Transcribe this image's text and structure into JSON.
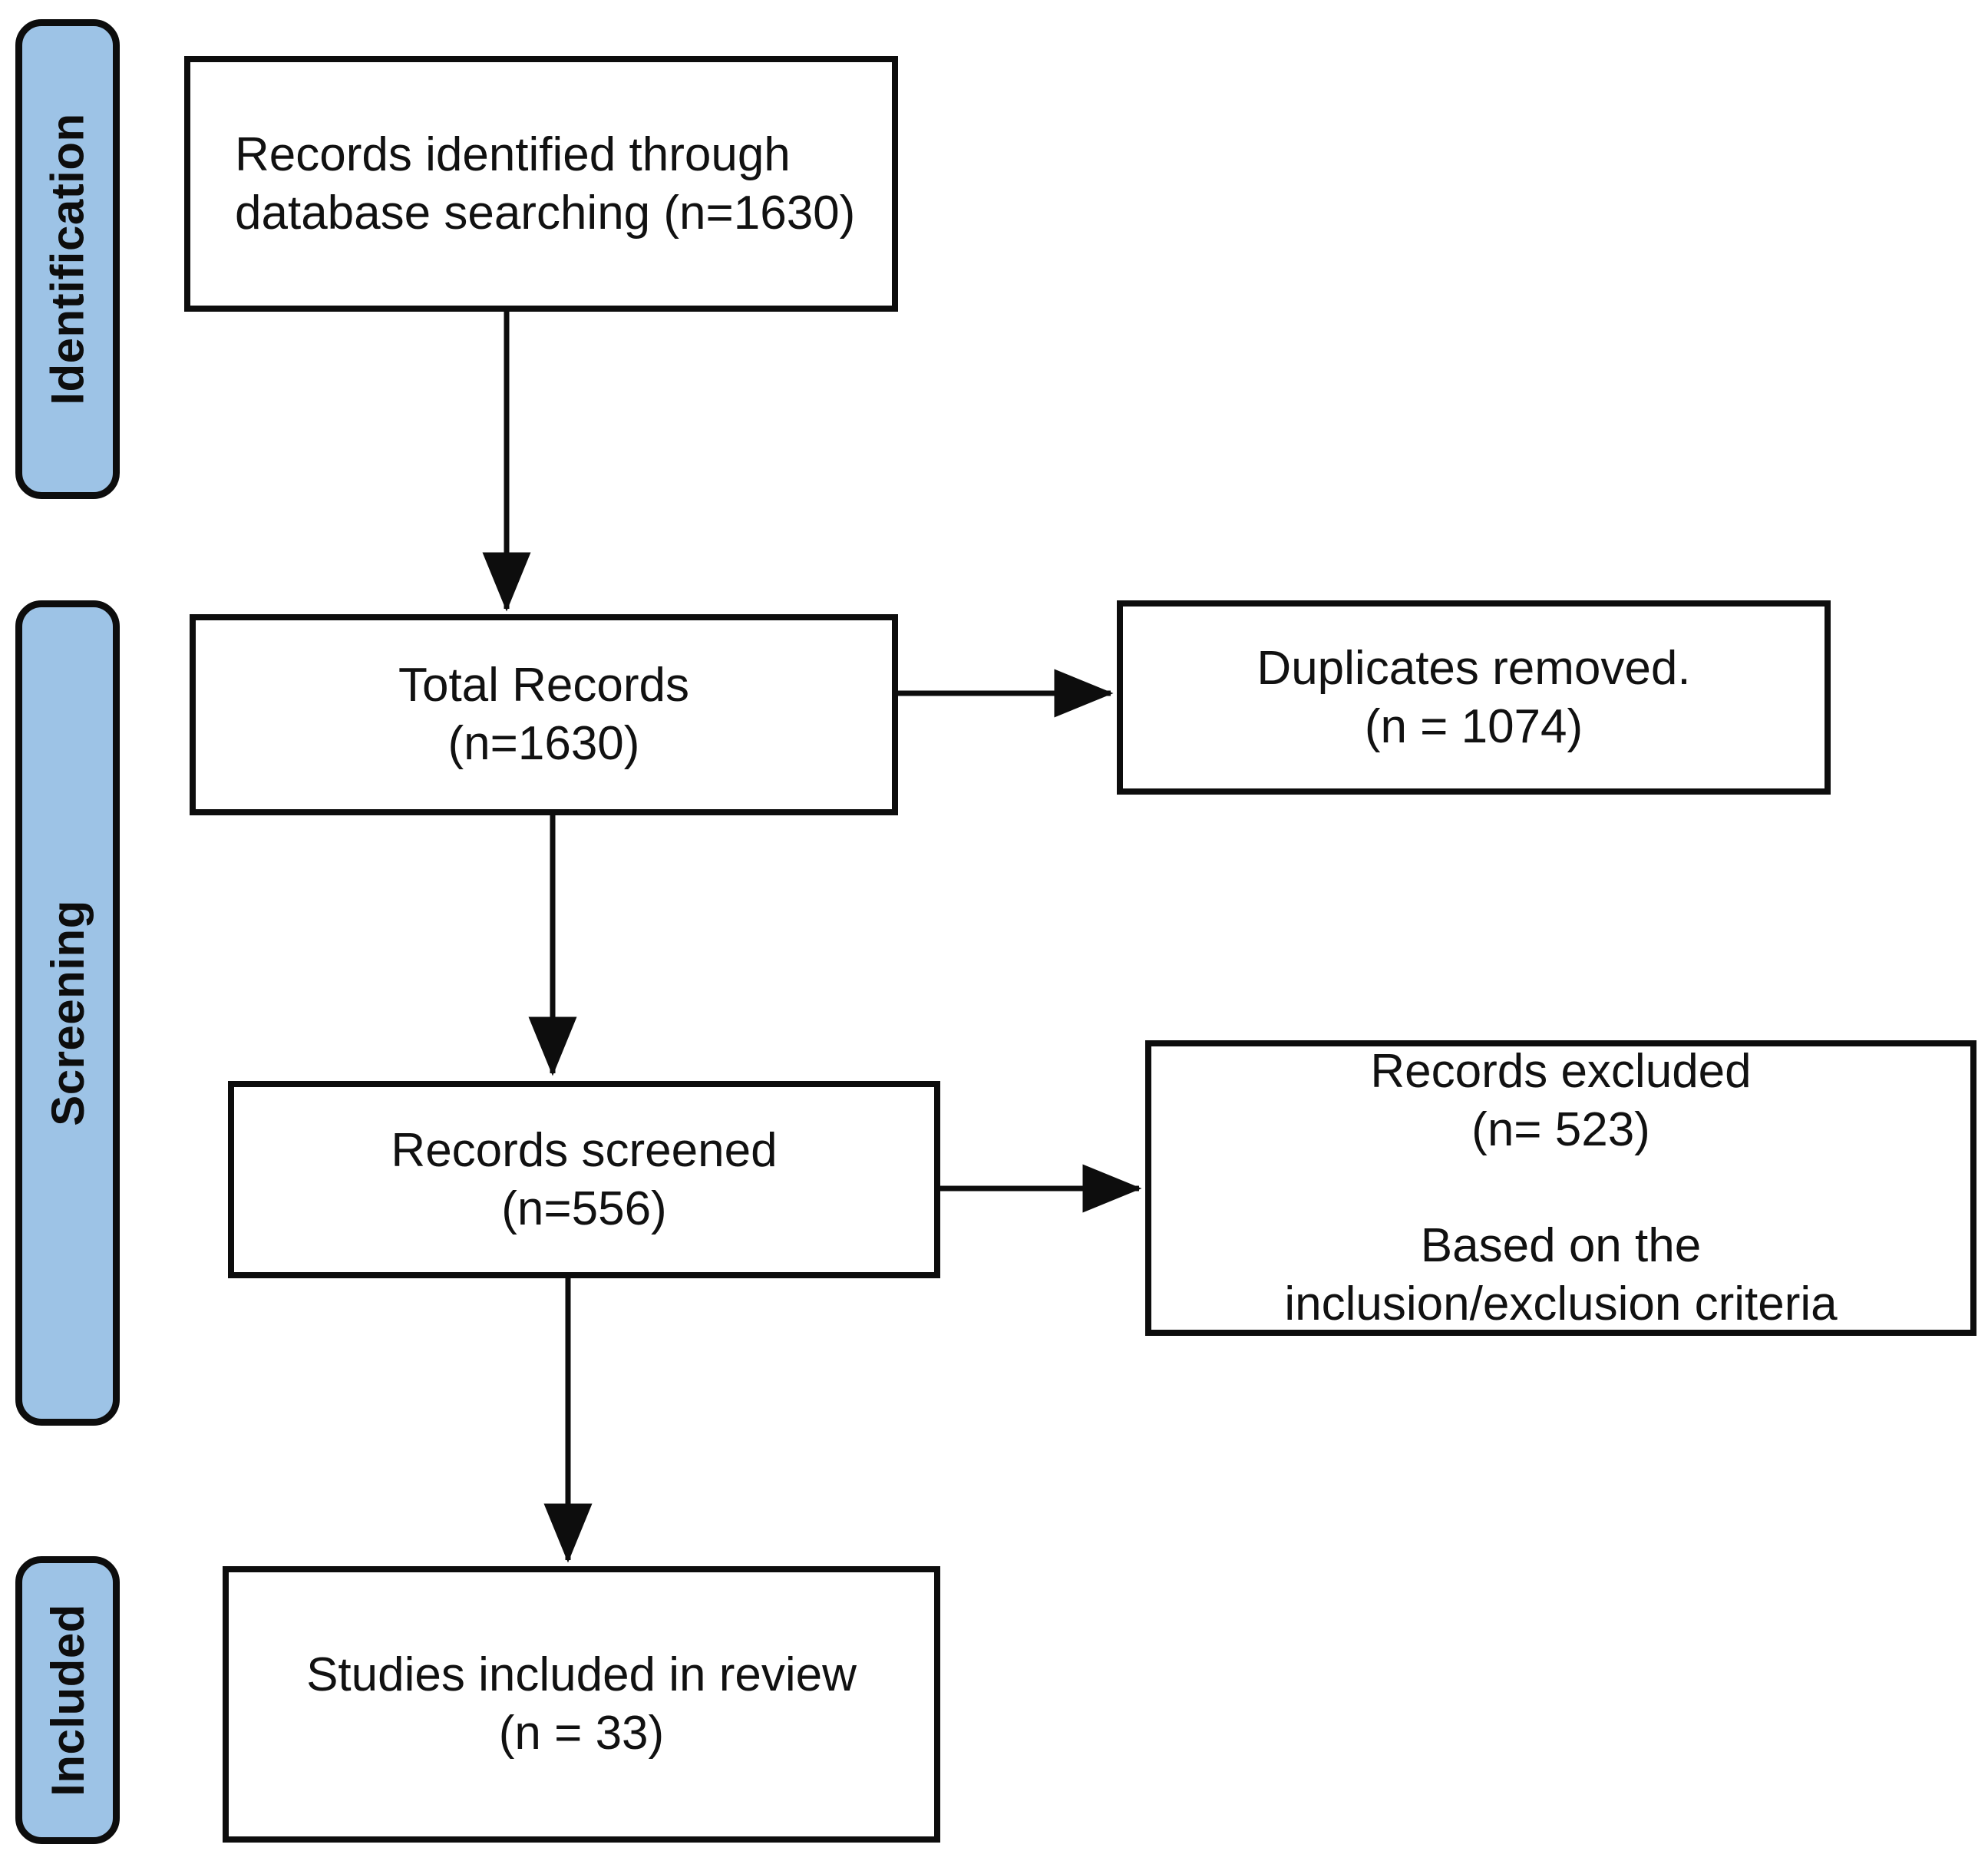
{
  "diagram": {
    "title": "PRISMA flow diagram",
    "accent_blue": "#9DC3E6",
    "line_color": "#0d0d0d",
    "background": "#ffffff"
  },
  "stages": [
    {
      "id": "identification",
      "label": "Identification"
    },
    {
      "id": "screening",
      "label": "Screening"
    },
    {
      "id": "included",
      "label": "Included"
    }
  ],
  "boxes": [
    {
      "id": "records-identified",
      "text": "Records identified through\ndatabase searching (n=1630)",
      "n": 1630
    },
    {
      "id": "total-records",
      "text": "Total Records\n(n=1630)",
      "n": 1630
    },
    {
      "id": "duplicates-removed",
      "text": "Duplicates removed.\n(n = 1074)",
      "n": 1074
    },
    {
      "id": "records-screened",
      "text": "Records screened\n(n=556)",
      "n": 556
    },
    {
      "id": "records-excluded",
      "text": "Records excluded\n(n= 523)\n\nBased on the\ninclusion/exclusion criteria",
      "n": 523
    },
    {
      "id": "studies-included",
      "text": "Studies included in review\n(n = 33)",
      "n": 33
    }
  ],
  "connectors": [
    {
      "id": "identified-to-total",
      "from": "records-identified",
      "to": "total-records",
      "direction": "down"
    },
    {
      "id": "total-to-duplicates",
      "from": "total-records",
      "to": "duplicates-removed",
      "direction": "right"
    },
    {
      "id": "total-to-screened",
      "from": "total-records",
      "to": "records-screened",
      "direction": "down"
    },
    {
      "id": "screened-to-excluded",
      "from": "records-screened",
      "to": "records-excluded",
      "direction": "right"
    },
    {
      "id": "screened-to-included",
      "from": "records-screened",
      "to": "studies-included",
      "direction": "down"
    }
  ]
}
